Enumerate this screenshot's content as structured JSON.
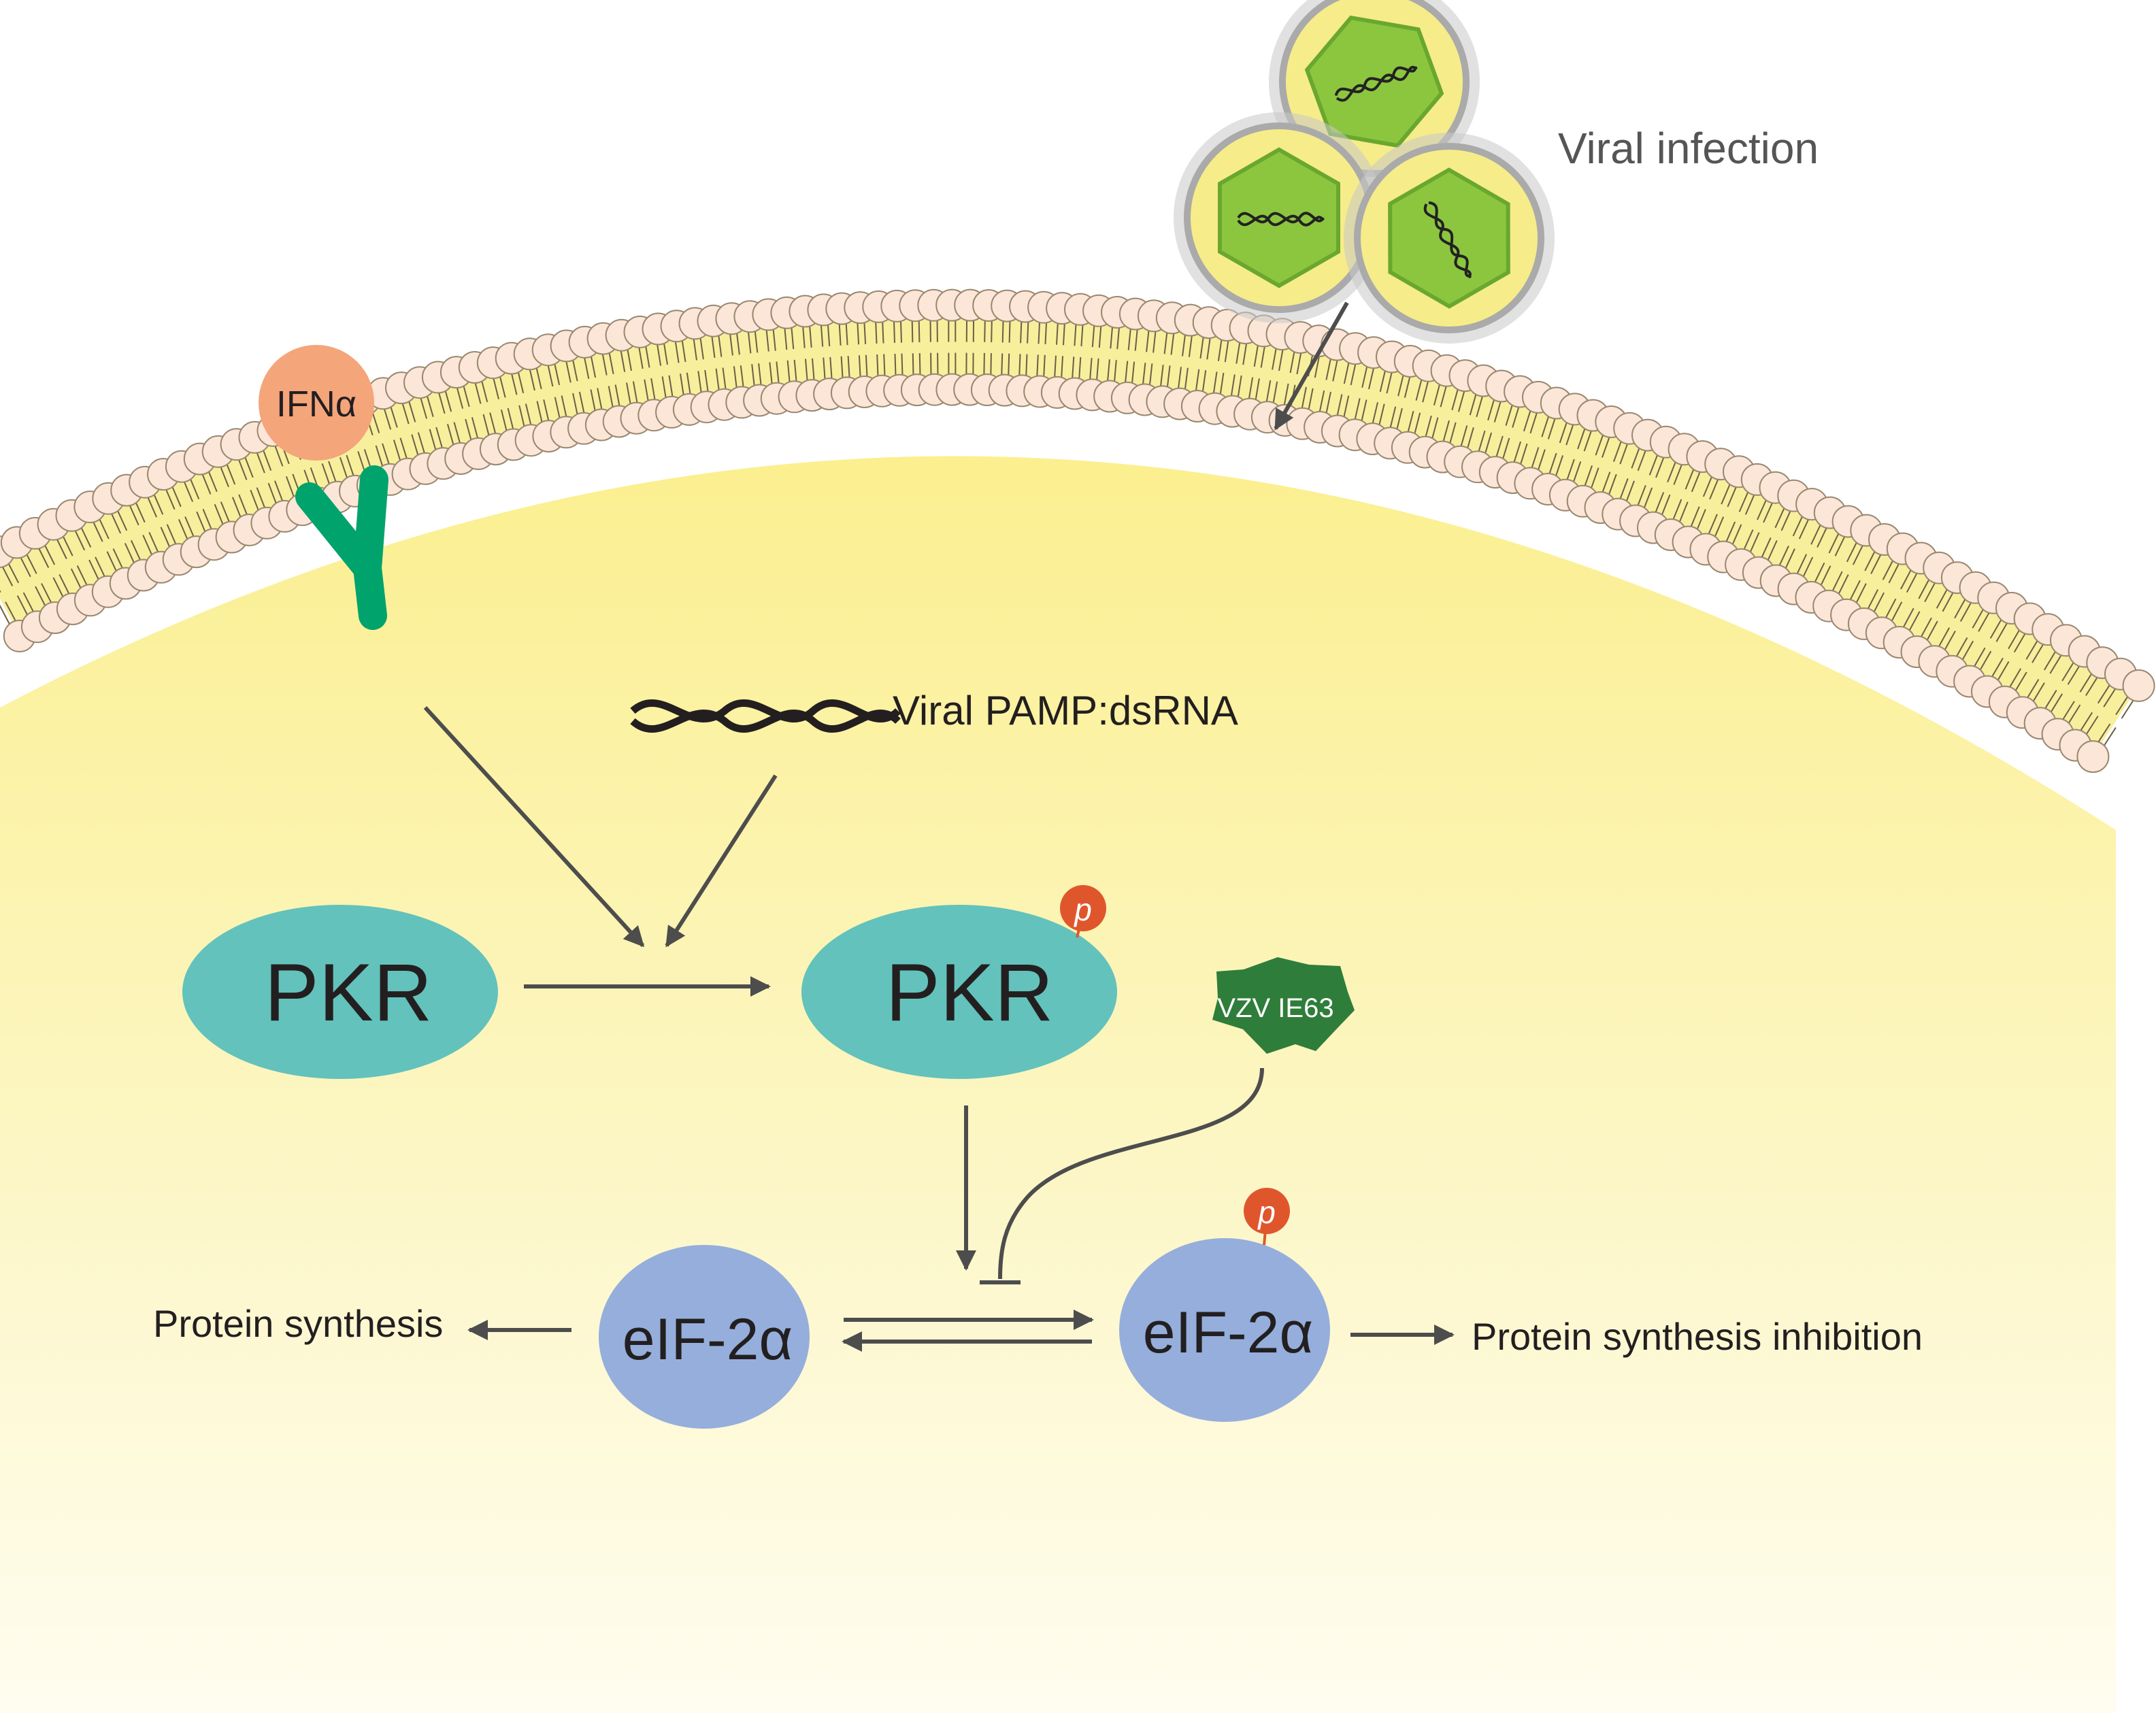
{
  "labels": {
    "viral_infection": "Viral infection",
    "ifn": "IFNα",
    "pamp": "Viral PAMP:dsRNA",
    "pkr_inactive": "PKR",
    "pkr_active": "PKR",
    "phospho_pkr": "p",
    "vzv": "VZV IE63",
    "eif_left": "eIF-2α",
    "eif_right": "eIF-2α",
    "phospho_eif": "p",
    "protein_synthesis": "Protein synthesis",
    "protein_synthesis_inhibition": "Protein synthesis inhibition"
  },
  "colors": {
    "cytoplasm_top": "#fbef8f",
    "cytoplasm_bottom": "#fffdf0",
    "lipid_head": "#fbe6d8",
    "lipid_stroke": "#9a8870",
    "receptor": "#00a36c",
    "ifn": "#f4a57a",
    "pkr": "#63c2bc",
    "eif": "#95aedc",
    "phospho": "#e0562c",
    "vzv": "#2f7d3a",
    "virus_capsid": "#8cc63f",
    "virus_envelope": "#f6ec8a",
    "arrow": "#4d4d4d"
  },
  "icons": {
    "receptor": "y-receptor-icon",
    "virus": "virus-particle-icon",
    "dsrna": "dsrna-helix-icon",
    "phosphate": "phosphate-pin-icon",
    "vzv": "vzv-star-icon"
  }
}
